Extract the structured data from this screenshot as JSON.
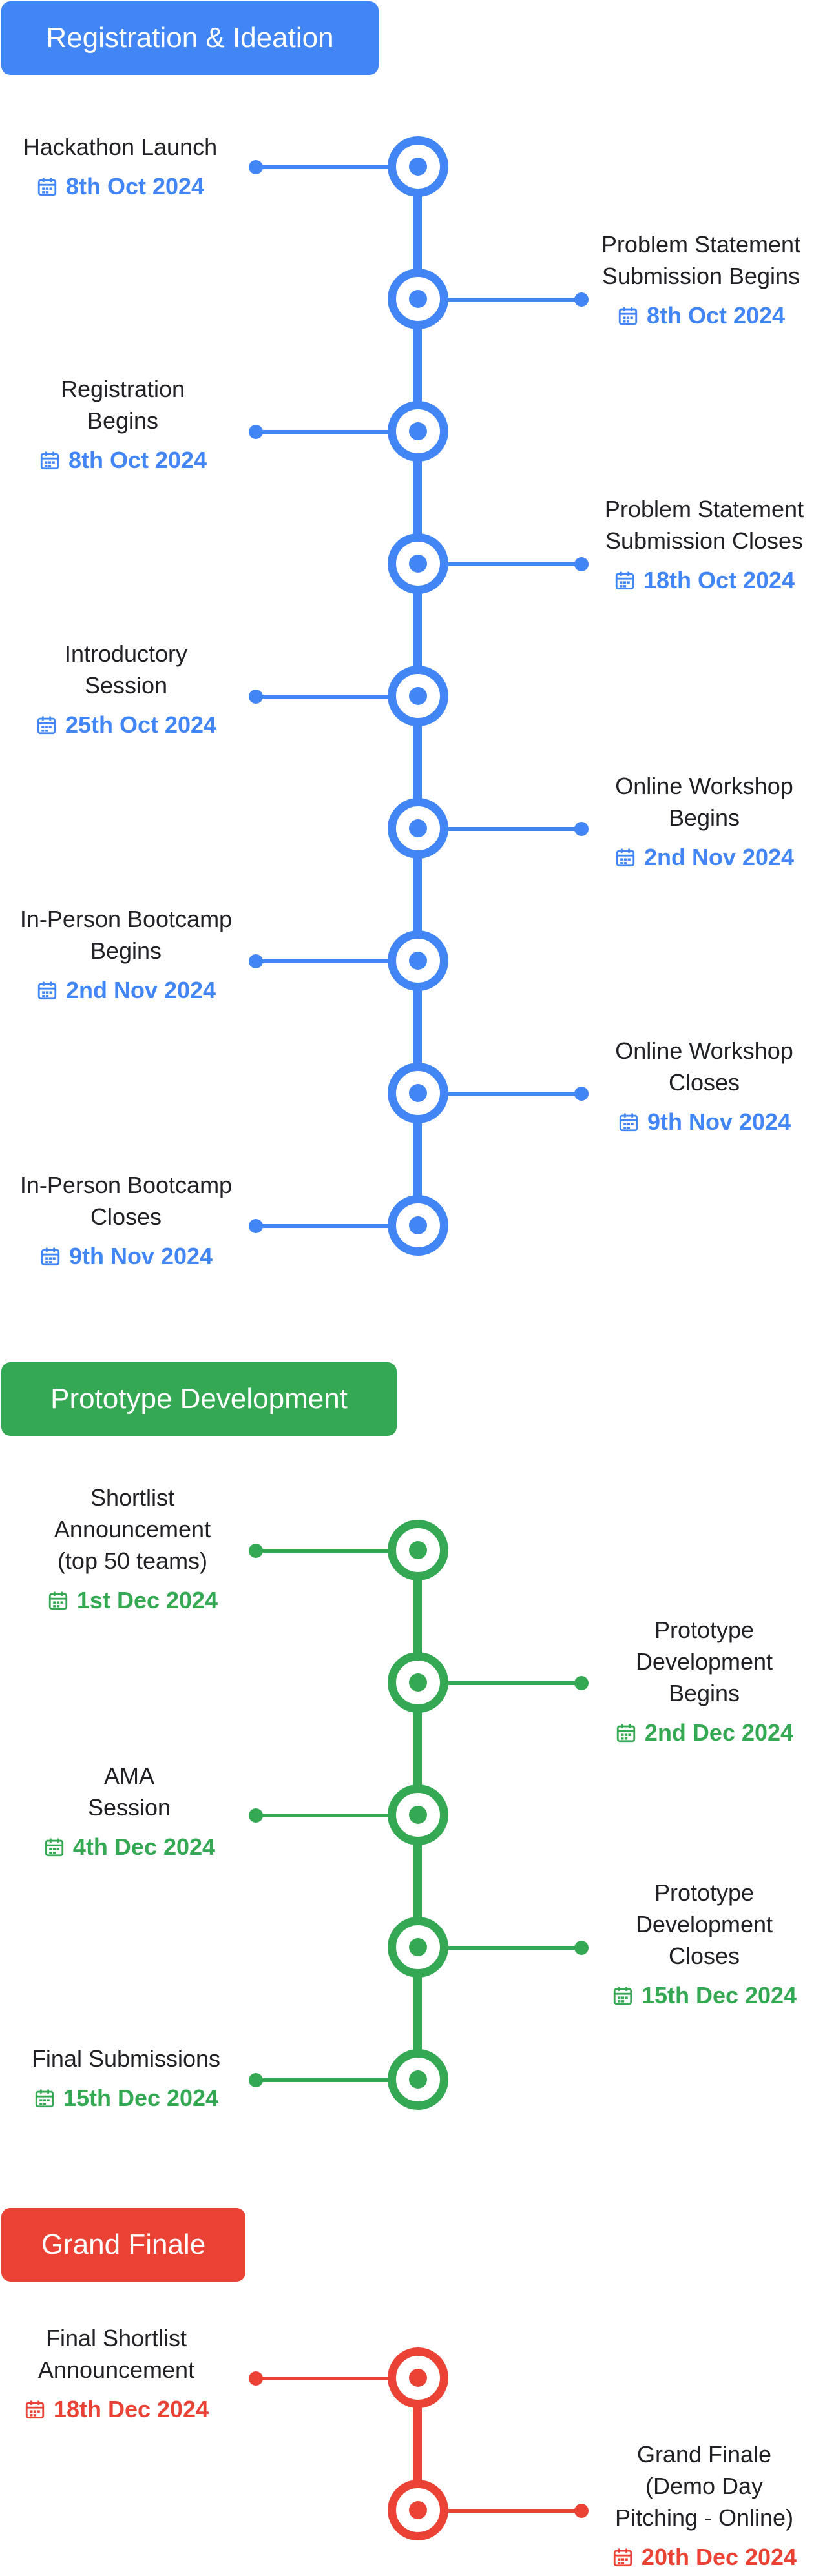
{
  "colors": {
    "blue": "#4285F4",
    "green": "#34A853",
    "red": "#EA4335"
  },
  "icons": {
    "date": "calendar-icon"
  },
  "phases": [
    {
      "title": "Registration & Ideation",
      "color": "blue",
      "events": [
        {
          "title": "Hackathon Launch",
          "date": "8th Oct 2024"
        },
        {
          "title": "Problem Statement Submission Begins",
          "date": "8th Oct 2024"
        },
        {
          "title": "Registration Begins",
          "date": "8th Oct 2024"
        },
        {
          "title": "Problem Statement Submission Closes",
          "date": "18th Oct 2024"
        },
        {
          "title": "Introductory Session",
          "date": "25th Oct 2024"
        },
        {
          "title": "Online Workshop Begins",
          "date": "2nd Nov 2024"
        },
        {
          "title": "In-Person Bootcamp Begins",
          "date": "2nd Nov 2024"
        },
        {
          "title": "Online Workshop Closes",
          "date": "9th Nov 2024"
        },
        {
          "title": "In-Person Bootcamp Closes",
          "date": "9th Nov 2024"
        }
      ]
    },
    {
      "title": "Prototype Development",
      "color": "green",
      "events": [
        {
          "title": "Shortlist Announcement (top 50 teams)",
          "date": "1st Dec 2024"
        },
        {
          "title": "Prototype Development Begins",
          "date": "2nd Dec 2024"
        },
        {
          "title": "AMA Session",
          "date": "4th Dec 2024"
        },
        {
          "title": "Prototype Development Closes",
          "date": "15th Dec 2024"
        },
        {
          "title": "Final Submissions",
          "date": "15th Dec 2024"
        }
      ]
    },
    {
      "title": "Grand Finale",
      "color": "red",
      "events": [
        {
          "title": "Final Shortlist Announcement",
          "date": "18th Dec 2024"
        },
        {
          "title": "Grand Finale (Demo Day Pitching - Online)",
          "date": "20th Dec 2024"
        }
      ]
    }
  ]
}
